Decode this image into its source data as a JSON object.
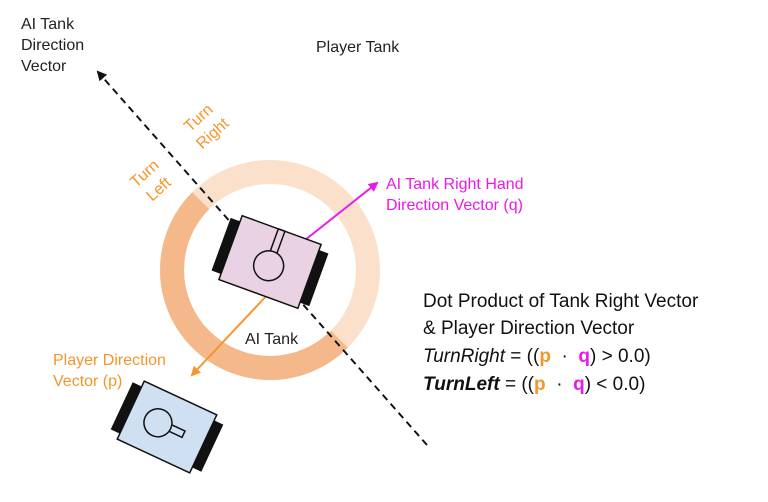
{
  "labels": {
    "ai_dir": [
      "AI Tank",
      "Direction",
      "Vector"
    ],
    "player_tank": "Player Tank",
    "turn_right": [
      "Turn",
      "Right"
    ],
    "turn_left": [
      "Turn",
      "Left"
    ],
    "right_hand": [
      "AI Tank Right Hand",
      "Direction Vector (q)"
    ],
    "ai_tank": "AI Tank",
    "player_dir": [
      "Player Direction",
      "Vector (p)"
    ]
  },
  "equations": {
    "line1": "Dot Product of Tank Right Vector",
    "line2": "& Player Direction Vector",
    "right_name": "TurnRight",
    "left_name": "TurnLeft",
    "eq_open": " = ((",
    "p": "p",
    "dot": "·",
    "q": "q",
    "right_tail": ") > 0.0)",
    "left_tail": ") < 0.0)"
  },
  "colors": {
    "orange": "#f5952a",
    "magenta": "#ea19ea",
    "ai_body": "#e8d2e3",
    "player_body": "#cfe0f3",
    "ring_light": "#fbe1cc",
    "ring_dark": "#f5b88a"
  }
}
